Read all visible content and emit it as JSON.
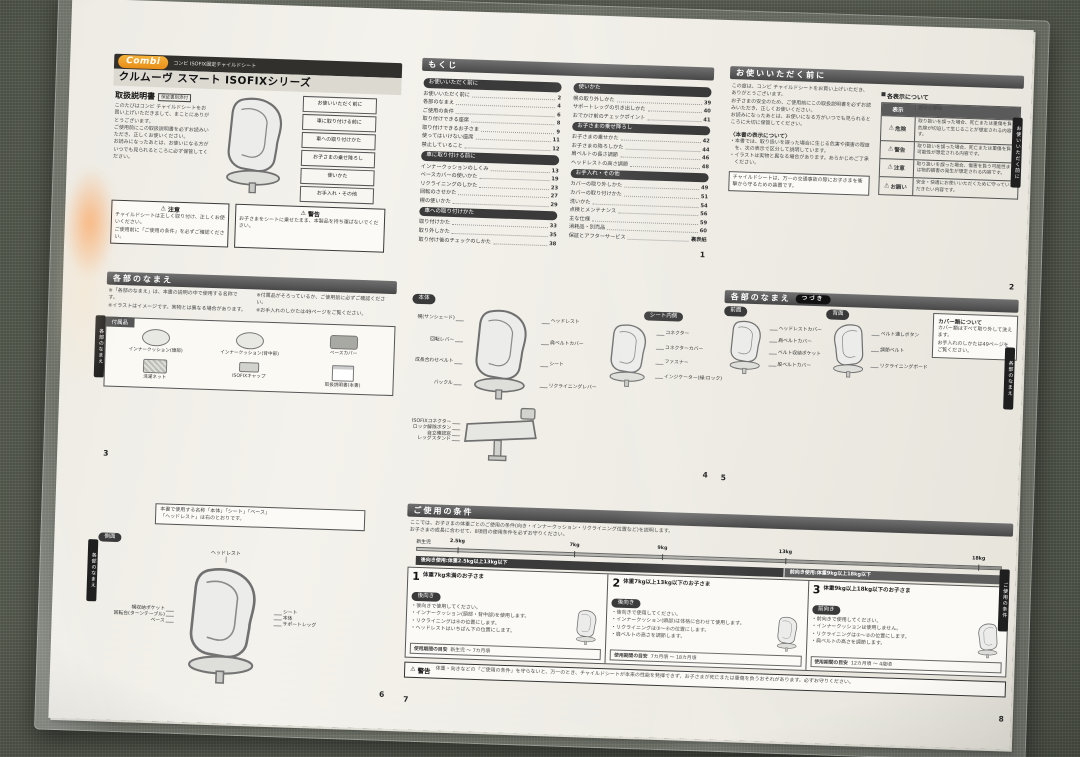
{
  "side_tabs": {
    "preface": "お使いいただく前に",
    "parts": "各部のなまえ",
    "conditions": "ご使用の条件"
  },
  "cover": {
    "brand": "Combi",
    "brand_sub": "コンビ ISOFIX固定チャイルドシート",
    "title": "クルムーヴ スマート ISOFIXシリーズ",
    "doc_type": "取扱説明書",
    "doc_badge": "保証書別添付",
    "intro_lines": [
      "このたびはコンビ チャイルドシートをお買い上げいただきまして、まことにありがとうございます。",
      "ご使用前にこの取扱説明書を必ずお読みいただき、正しくお使いください。",
      "お読みになったあとは、お使いになる方がいつでも見られるところに必ず保管してください。"
    ],
    "tabs": [
      "お使いいただく前に",
      "車に取り付ける前に",
      "車への取り付けかた",
      "お子さまの乗せ降ろし",
      "使いかた",
      "お手入れ・その他"
    ],
    "caution_title": "注意",
    "caution_lines": [
      "チャイルドシートは正しく取り付け、正しくお使いください。",
      "ご使用前に「ご使用の条件」を必ずご確認ください。"
    ],
    "warning_title": "警告",
    "warning_lines": [
      "お子さまをシートに乗せたまま、本製品を持ち運ばないでください。"
    ]
  },
  "toc": {
    "header": "もくじ",
    "page_no": "1",
    "left_groups": [
      {
        "title": "お使いいただく前に",
        "items": [
          {
            "label": "お使いいただく前に",
            "page": "2"
          },
          {
            "label": "各部のなまえ",
            "page": "4"
          },
          {
            "label": "ご使用の条件",
            "page": "6"
          },
          {
            "label": "取り付けできる座席",
            "page": "8"
          },
          {
            "label": "取り付けできるお子さま",
            "page": "9"
          },
          {
            "label": "使ってはいけない座席",
            "page": "11"
          },
          {
            "label": "禁止していること",
            "page": "12"
          }
        ]
      },
      {
        "title": "車に取り付ける前に",
        "items": [
          {
            "label": "インナークッションのしくみ",
            "page": "13"
          },
          {
            "label": "ベースカバーの使いかた",
            "page": "19"
          },
          {
            "label": "リクライニングのしかた",
            "page": "23"
          },
          {
            "label": "回転のさせかた",
            "page": "27"
          },
          {
            "label": "幌の使いかた",
            "page": "29"
          }
        ]
      },
      {
        "title": "車への取り付けかた",
        "items": [
          {
            "label": "取り付けかた",
            "page": "33"
          },
          {
            "label": "取り外しかた",
            "page": "35"
          },
          {
            "label": "取り付け後のチェックのしかた",
            "page": "38"
          }
        ]
      }
    ],
    "right_groups": [
      {
        "title": "使いかた",
        "items": [
          {
            "label": "幌の取り外しかた",
            "page": "39"
          },
          {
            "label": "サポートレッグの引き出しかた",
            "page": "40"
          },
          {
            "label": "おでかけ前のチェックポイント",
            "page": "41"
          }
        ]
      },
      {
        "title": "お子さまの乗せ降ろし",
        "items": [
          {
            "label": "お子さまの乗せかた",
            "page": "42"
          },
          {
            "label": "お子さまの降ろしかた",
            "page": "44"
          },
          {
            "label": "肩ベルトの長さ調節",
            "page": "46"
          },
          {
            "label": "ヘッドレストの高さ調節",
            "page": "48"
          }
        ]
      },
      {
        "title": "お手入れ・その他",
        "items": [
          {
            "label": "カバーの取り外しかた",
            "page": "49"
          },
          {
            "label": "カバーの取り付けかた",
            "page": "51"
          },
          {
            "label": "洗いかた",
            "page": "54"
          },
          {
            "label": "点検とメンテナンス",
            "page": "56"
          },
          {
            "label": "主な仕様",
            "page": "59"
          },
          {
            "label": "消耗品・別売品",
            "page": "60"
          },
          {
            "label": "保証とアフターサービス",
            "page": "裏表紙"
          }
        ]
      }
    ]
  },
  "preface": {
    "header": "お使いいただく前に",
    "page_no": "2",
    "para1": [
      "この度は、コンビ チャイルドシートをお買い上げいただき、ありがとうございます。",
      "お子さまの安全のため、ご使用前にこの取扱説明書を必ずお読みいただき、正しくお使いください。",
      "お読みになったあとは、お使いになる方がいつでも見られるところに大切に保管してください。"
    ],
    "mid_title": "〈本書の表示について〉",
    "bullets": [
      "本書では、取り扱いを誤った場合に生じる危害や損害の程度を、次の表示で区分して説明しています。",
      "イラストは実物と異なる場合があります。あらかじめご了承ください。"
    ],
    "right_title": "各表示について",
    "table": {
      "head_mark": "表示",
      "head_desc": "表示の意味",
      "rows": [
        {
          "mark": "危険",
          "desc": "取り扱いを誤った場合、死亡または重傷を負う危険が切迫して生じることが想定される内容です。"
        },
        {
          "mark": "警告",
          "desc": "取り扱いを誤った場合、死亡または重傷を負う可能性が想定される内容です。"
        },
        {
          "mark": "注意",
          "desc": "取り扱いを誤った場合、傷害を負う可能性または物的損害の発生が想定される内容です。"
        },
        {
          "mark": "お願い",
          "desc": "安全・快適にお使いいただくために守っていただきたい内容です。"
        }
      ]
    },
    "side_note": "チャイルドシートは、万一の交通事故の際にお子さまを衝撃から守るための装置です。"
  },
  "parts1": {
    "header": "各部のなまえ",
    "page_no": "3",
    "notes_left": [
      "※「各部のなまえ」は、本書の説明の中で使用する名称です。",
      "※イラストはイメージです。実物とは異なる場合があります。"
    ],
    "notes_right": [
      "※付属品がそろっているか、ご使用前に必ずご確認ください。",
      "※お手入れのしかたは49ページをご覧ください。"
    ],
    "acc_title": "付属品",
    "accessories": [
      "インナークッション(頭部)",
      "インナークッション(背中部)",
      "ベースカバー",
      "洗濯ネット",
      "ISOFIXキャップ",
      "取扱説明書(本書)"
    ]
  },
  "parts2": {
    "page_no": "4",
    "label_front": "本体",
    "label_inner": "シート内側",
    "front_left": [
      "幌(サンシェード)",
      "回転レバー",
      "成長合わせベルト",
      "バックル"
    ],
    "front_right": [
      "ヘッドレスト",
      "肩ベルトカバー",
      "シート",
      "リクライニングレバー"
    ],
    "base": [
      "ISOFIXコネクター",
      "ロック解除ボタン",
      "自立確認窓",
      "レッグスタンド"
    ],
    "inner": [
      "コネクター",
      "コネクターカバー",
      "ファスナー",
      "インジケーター(緑:ロック)"
    ]
  },
  "parts3": {
    "header": "各部のなまえ",
    "badge": "つづき",
    "page_no": "5",
    "seat1_badge": "前面",
    "seat1": [
      "ヘッドレストカバー",
      "肩ベルトカバー",
      "ベルト収納ポケット",
      "股ベルトカバー"
    ],
    "seat2_badge": "背面",
    "seat2": [
      "ベルト通しボタン",
      "調節ベルト",
      "リクライニングボード"
    ],
    "note_title": "カバー類について",
    "note_lines": [
      "カバー類はすべて取り外して洗えます。",
      "お手入れのしかたは49ページを",
      "ご覧ください。"
    ]
  },
  "overview": {
    "page_no": "6",
    "note_lines": [
      "本書で使用する名称「本体」「シート」「ベース」",
      "「ヘッドレスト」は右のとおりです。"
    ],
    "badge": "側面",
    "top_label": "ヘッドレスト",
    "left_labels": [
      "幌収納ポケット",
      "回転台(ターンテーブル)",
      "ベース"
    ],
    "right_labels": [
      "シート",
      "本体",
      "サポートレッグ"
    ]
  },
  "conditions": {
    "header": "ご使用の条件",
    "page_no_left": "7",
    "page_no_right": "8",
    "intro_lines": [
      "ここでは、お子さまの体重ごとのご使用の条件(向き・インナークッション・リクライニング位置など)を説明します。",
      "お子さまの成長に合わせて、8項目の使用条件を必ずお守りください。"
    ],
    "scale": {
      "left_label": "新生児",
      "marks": [
        "2.5kg",
        "7kg",
        "9kg",
        "13kg",
        "18kg"
      ]
    },
    "mode_rear": "後向き使用:体重2.5kg以上13kg以下",
    "mode_front": "前向き使用:体重9kg以上18kg以下",
    "cols": [
      {
        "num": "1",
        "title": "体重7kg未満のお子さま",
        "dir": "後向き",
        "bullets": [
          "後向きで使用してください。",
          "インナークッション(頭部・背中部)を使用します。",
          "リクライニングは④の位置にします。",
          "ヘッドレストはいちばん下の位置にします。"
        ],
        "period_label": "使用期間の目安",
        "period": "新生児 〜 7カ月頃"
      },
      {
        "num": "2",
        "title": "体重7kg以上13kg以下のお子さま",
        "dir": "後向き",
        "bullets": [
          "後向きで使用してください。",
          "インナークッション(頭部)は体格に合わせて使用します。",
          "リクライニングは③〜④の位置にします。",
          "肩ベルトの高さを調節します。"
        ],
        "period_label": "使用期間の目安",
        "period": "7カ月頃 〜 18カ月頃"
      },
      {
        "num": "3",
        "title": "体重9kg以上18kg以下のお子さま",
        "dir": "前向き",
        "bullets": [
          "前向きで使用してください。",
          "インナークッションは使用しません。",
          "リクライニングは①〜②の位置にします。",
          "肩ベルトの高さを調節します。"
        ],
        "period_label": "使用期間の目安",
        "period": "12カ月頃 〜 4歳頃"
      }
    ],
    "warn_title": "警告",
    "warn_text": "体重・向きなどの「ご使用の条件」を守らないと、万一のとき、チャイルドシートが本来の性能を発揮できず、お子さまが死亡または重傷を負うおそれがあります。必ずお守りください。"
  }
}
